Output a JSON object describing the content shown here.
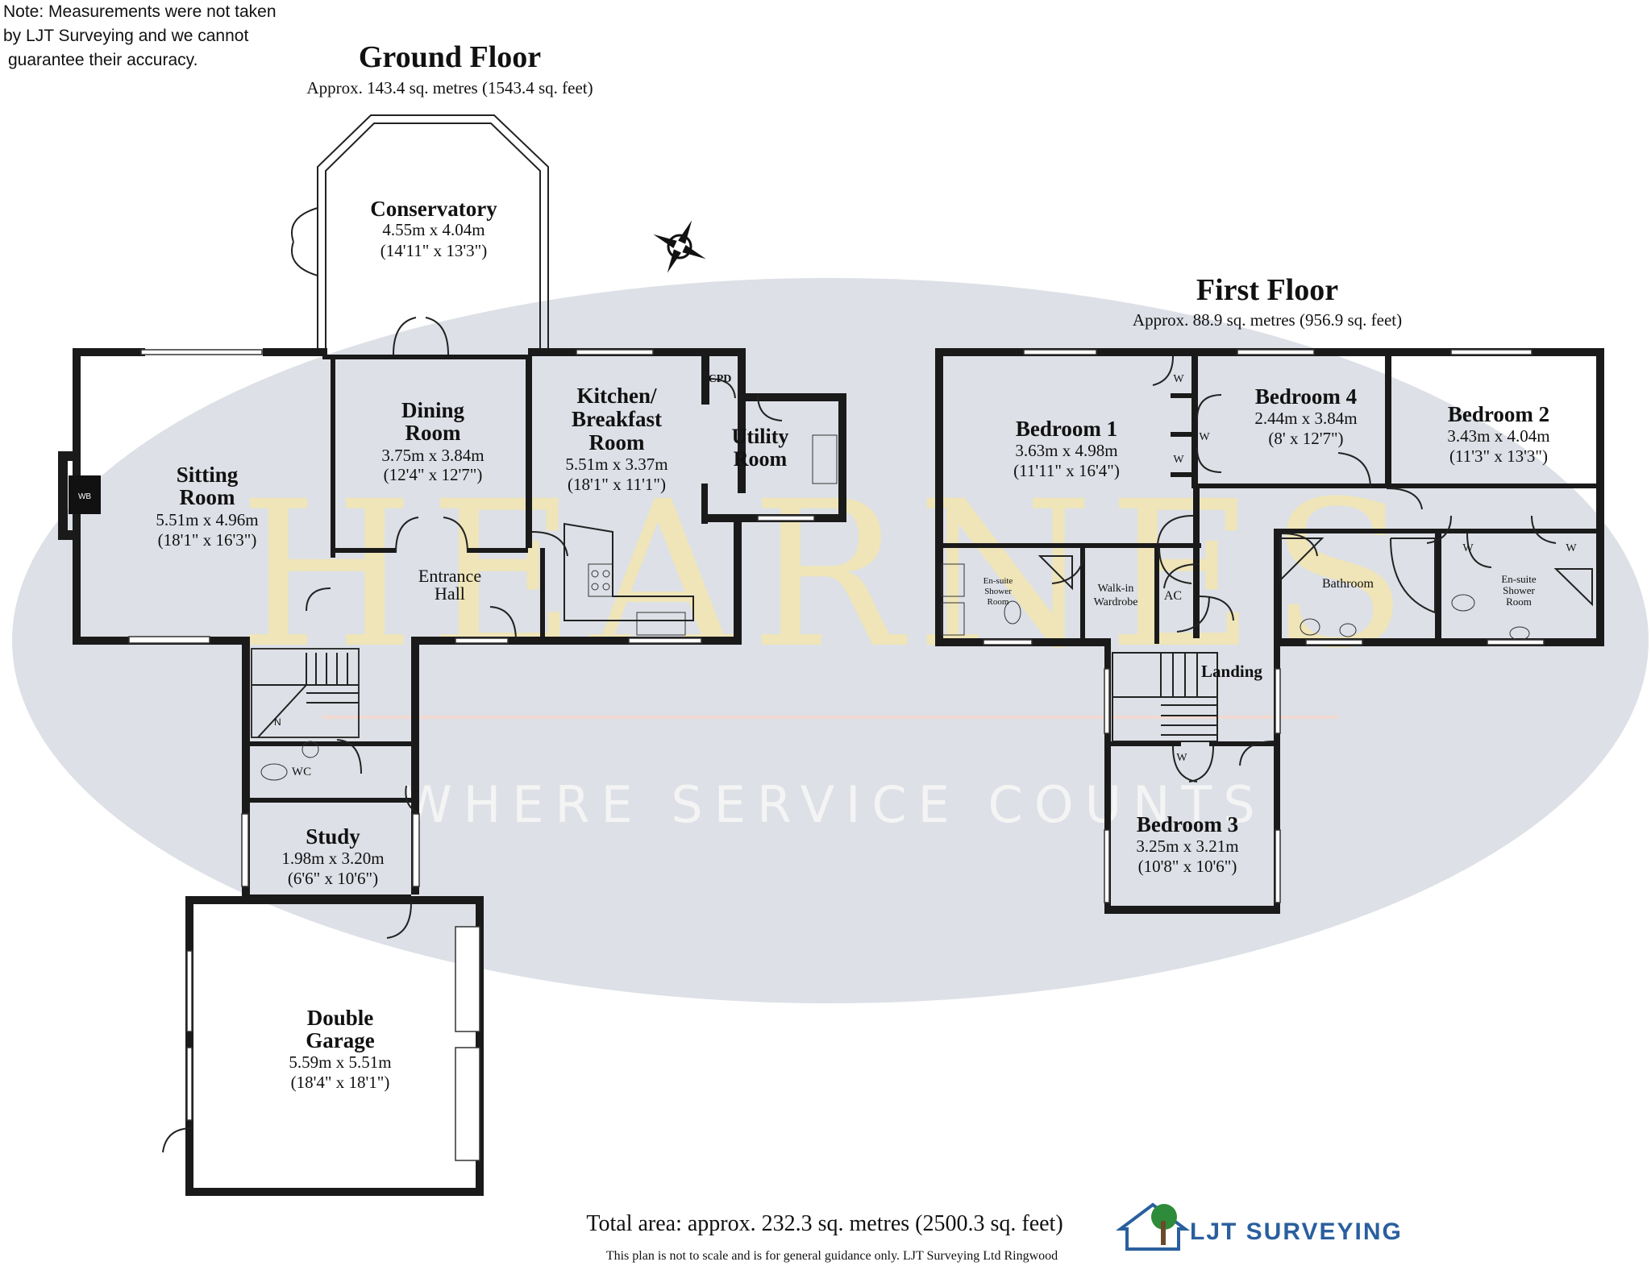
{
  "note": {
    "line1": "Note: Measurements were not taken",
    "line2": "by LJT Surveying and we cannot",
    "line3": "guarantee their accuracy."
  },
  "watermark": {
    "brand": "HEARNES",
    "tagline": "WHERE SERVICE COUNTS"
  },
  "ground_floor": {
    "title": "Ground Floor",
    "area": "Approx. 143.4 sq. metres (1543.4 sq. feet)",
    "rooms": {
      "conservatory": {
        "name": "Conservatory",
        "metric": "4.55m x 4.04m",
        "imperial": "(14'11\" x 13'3\")"
      },
      "sitting": {
        "name1": "Sitting",
        "name2": "Room",
        "metric": "5.51m x 4.96m",
        "imperial": "(18'1\" x 16'3\")",
        "stove": "WB"
      },
      "dining": {
        "name1": "Dining",
        "name2": "Room",
        "metric": "3.75m x 3.84m",
        "imperial": "(12'4\" x 12'7\")"
      },
      "kitchen": {
        "name1": "Kitchen/",
        "name2": "Breakfast",
        "name3": "Room",
        "metric": "5.51m x 3.37m",
        "imperial": "(18'1\" x 11'1\")"
      },
      "cpd": {
        "name": "CPD"
      },
      "utility": {
        "name1": "Utility",
        "name2": "Room"
      },
      "hall": {
        "name1": "Entrance",
        "name2": "Hall"
      },
      "wc": {
        "name": "WC"
      },
      "study": {
        "name": "Study",
        "metric": "1.98m x 3.20m",
        "imperial": "(6'6\" x 10'6\")"
      },
      "garage": {
        "name1": "Double",
        "name2": "Garage",
        "metric": "5.59m x 5.51m",
        "imperial": "(18'4\" x 18'1\")"
      }
    }
  },
  "first_floor": {
    "title": "First Floor",
    "area": "Approx. 88.9 sq. metres (956.9 sq. feet)",
    "rooms": {
      "bedroom1": {
        "name": "Bedroom 1",
        "metric": "3.63m x 4.98m",
        "imperial": "(11'11\" x 16'4\")"
      },
      "bedroom4": {
        "name": "Bedroom 4",
        "metric": "2.44m x 3.84m",
        "imperial": "(8' x 12'7\")"
      },
      "bedroom2": {
        "name": "Bedroom 2",
        "metric": "3.43m x 4.04m",
        "imperial": "(11'3\" x 13'3\")"
      },
      "bedroom3": {
        "name": "Bedroom 3",
        "metric": "3.25m x 3.21m",
        "imperial": "(10'8\" x 10'6\")"
      },
      "ensuite1": {
        "line1": "En-suite",
        "line2": "Shower",
        "line3": "Room"
      },
      "ensuite2": {
        "line1": "En-suite",
        "line2": "Shower",
        "line3": "Room"
      },
      "walkin": {
        "line1": "Walk-in",
        "line2": "Wardrobe"
      },
      "ac": {
        "name": "AC"
      },
      "bathroom": {
        "name": "Bathroom"
      },
      "landing": {
        "name": "Landing"
      },
      "wardrobe_mark": "W"
    }
  },
  "footer": {
    "total": "Total area: approx. 232.3 sq. metres (2500.3 sq. feet)",
    "disclaimer": "This plan is not to scale and is for general guidance only. LJT Surveying Ltd Ringwood",
    "logo_text": "LJT SURVEYING"
  },
  "colors": {
    "wall": "#1a1a1a",
    "ellipse": "#dcdfe5",
    "watermark": "#f3e6b0",
    "logo_green": "#2e8b3a",
    "logo_blue": "#2a5f9e"
  }
}
